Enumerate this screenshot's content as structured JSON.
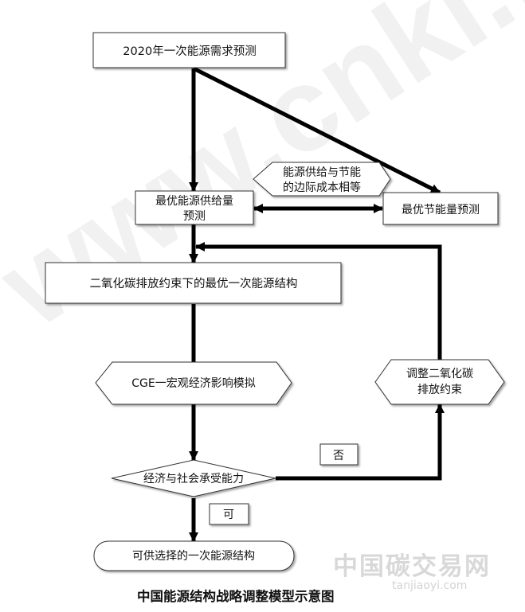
{
  "nodes": {
    "demand_forecast": "2020年一次能源需求预测",
    "optimal_supply_line1": "最优能源供给量",
    "optimal_supply_line2": "预测",
    "optimal_saving": "最优节能量预测",
    "marginal_cost_line1": "能源供给与节能",
    "marginal_cost_line2": "的边际成本相等",
    "co2_structure": "二氧化碳排放约束下的最优一次能源结构",
    "cge_simulation": "CGE一宏观经济影响模拟",
    "adjust_co2_line1": "调整二氧化碳",
    "adjust_co2_line2": "排放约束",
    "capacity_check": "经济与社会承受能力",
    "no_label": "否",
    "yes_label": "可",
    "final_structure": "可供选择的一次能源结构"
  },
  "caption": "中国能源结构战略调整模型示意图",
  "watermark": {
    "site": "www.cnki.net",
    "brand": "中国碳交易网",
    "brand_url": "tanjiaoyi.com"
  },
  "colors": {
    "line": "#000000",
    "box_border": "#333333",
    "background": "#ffffff"
  }
}
